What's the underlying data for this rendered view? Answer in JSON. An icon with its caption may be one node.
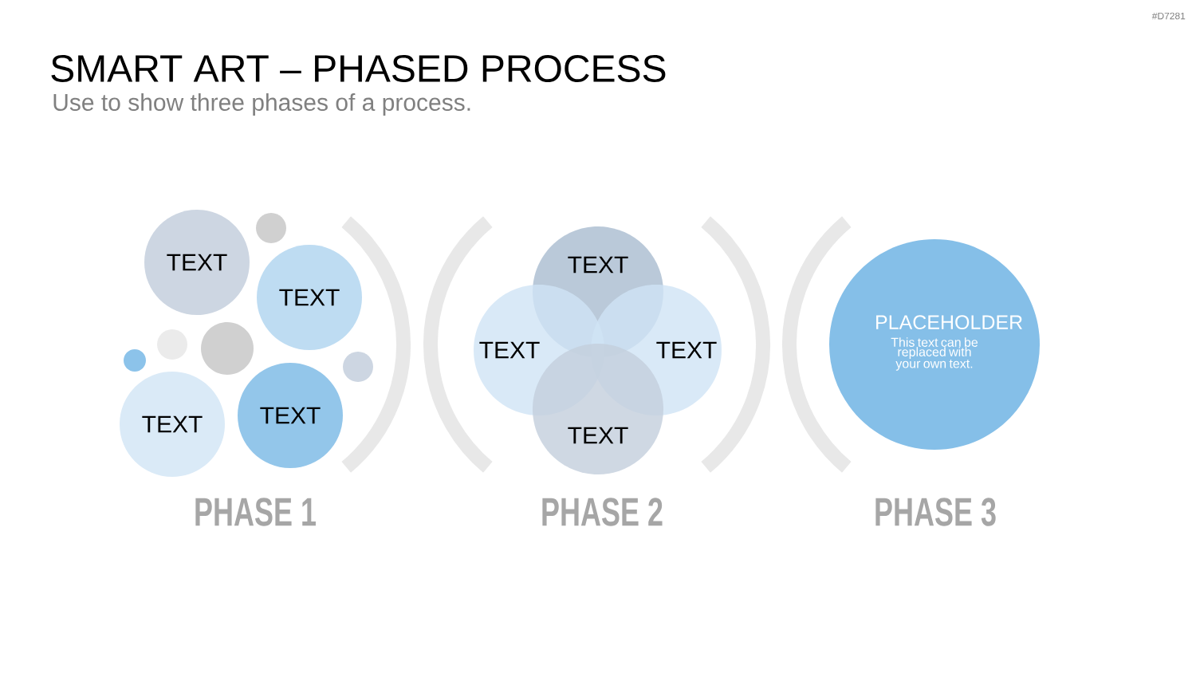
{
  "diagram": {
    "title": "SMART ART – PHASED PROCESS",
    "nodes": [
      {
        "text": [
          "TEXT"
        ]
      },
      {
        "text": [
          "TEXT"
        ]
      },
      {
        "text": [
          "TEXT"
        ]
      },
      {
        "text": [
          "TEXT"
        ]
      },
      {
        "text": [],
        "shape": "circle"
      },
      {
        "text": [],
        "shape": "circle"
      },
      {
        "text": [],
        "shape": "circle"
      },
      {
        "text": [],
        "shape": "circle"
      },
      {
        "text": [],
        "shape": "circle"
      },
      {
        "text": [
          "TEXT"
        ]
      },
      {
        "text": [
          "TEXT"
        ]
      },
      {
        "text": [
          "TEXT"
        ]
      },
      {
        "text": [
          "TEXT"
        ]
      },
      {
        "text": [
          "PLACEHOLDER",
          "This text can be replaced with your own text."
        ]
      }
    ],
    "labels": [
      "#D7281",
      "Use to show three phases of a process.",
      "PHASE 1",
      "PHASE 2",
      "PHASE 3"
    ]
  }
}
